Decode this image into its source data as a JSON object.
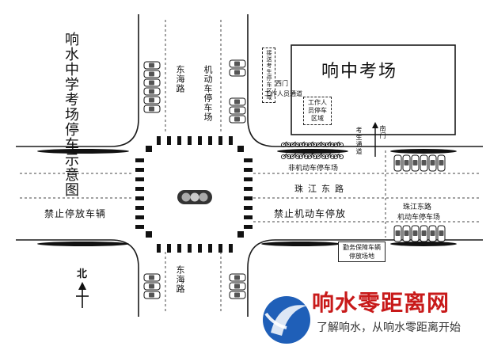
{
  "map_title": "响水中学考场停车示意图",
  "exam_site": "响中考场",
  "labels": {
    "donghai_road": "东海路",
    "motor_parking": "机动车停车场",
    "west_gate": "西门",
    "staff_passage": "工作人员通道",
    "staff_parking": "工作人员停车区域",
    "inner_label": "接送考生停车区域",
    "candidate_passage": "考生通道",
    "south_gate": "南门",
    "nonmotor_parking": "非机动车停车场",
    "zhujiang_road": "珠江东路",
    "no_parking": "禁止停放车辆",
    "no_motor_parking": "禁止机动车停放",
    "zhujiang_parking_line1": "珠江东路",
    "zhujiang_parking_line2": "机动车停车场",
    "service_parking": "勤务保障车辆停放场地",
    "north": "北"
  },
  "watermark": {
    "title": "响水零距离网",
    "slogan": "了解响水，从响水零距离开始",
    "accent": "#c81a1a",
    "logo_blue": "#1f5fb8"
  },
  "colors": {
    "road_line": "#1a1a1a",
    "dash": "#444444",
    "background": "#ffffff"
  }
}
